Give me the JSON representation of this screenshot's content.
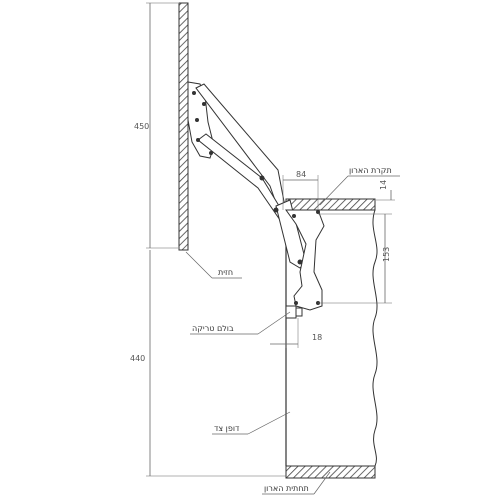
{
  "dimensions": {
    "upper_height": "450",
    "lower_height": "440",
    "top_width": "84",
    "top_thickness": "14",
    "vertical_offset": "153",
    "bottom_offset": "18"
  },
  "labels": {
    "cabinet_top": "תקרת הארון",
    "front": "חזית",
    "damper": "בולם טריקה",
    "side_wall": "דופן צד",
    "cabinet_bottom": "תחתית הארון"
  }
}
